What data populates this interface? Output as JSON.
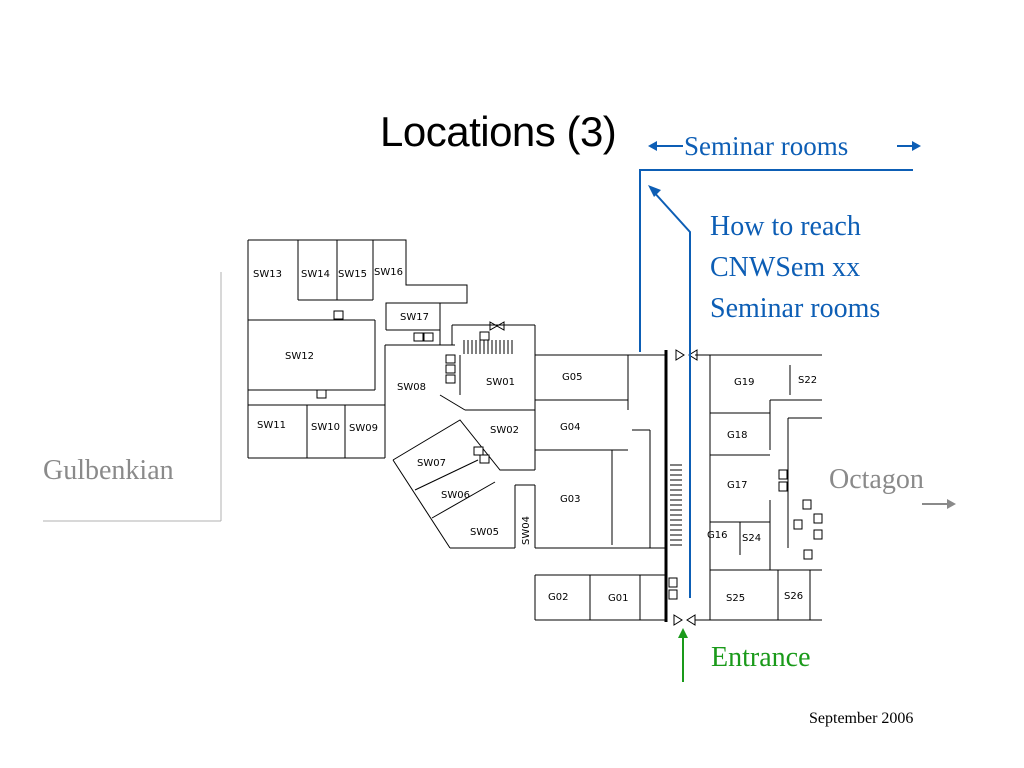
{
  "slide": {
    "title": "Locations (3)",
    "seminar_rooms_label": "Seminar rooms",
    "how_to_reach": [
      "How to reach",
      "CNWSem xx",
      "Seminar rooms"
    ],
    "entrance_label": "Entrance",
    "gulbenkian_label": "Gulbenkian",
    "octagon_label": "Octagon",
    "date": "September 2006"
  },
  "floorplan": {
    "rooms": [
      "SW13",
      "SW14",
      "SW15",
      "SW16",
      "SW17",
      "SW12",
      "SW08",
      "SW01",
      "SW11",
      "SW10",
      "SW09",
      "SW02",
      "SW07",
      "SW06",
      "SW05",
      "SW04",
      "G05",
      "G04",
      "G03",
      "G02",
      "G01",
      "G19",
      "S22",
      "G18",
      "G17",
      "G16",
      "S24",
      "S25",
      "S26"
    ]
  },
  "colors": {
    "seminar_blue": "#0d5eb5",
    "entrance_green": "#1a9a1a",
    "side_gray": "#8a8a8a"
  }
}
